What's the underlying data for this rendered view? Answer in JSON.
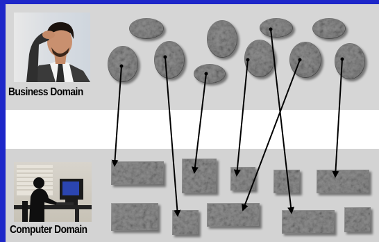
{
  "labels": {
    "business_domain": "Business Domain",
    "computer_domain": "Computer Domain"
  },
  "icons": {
    "business_photo": "businessman-thinking-photo",
    "computer_photo": "person-at-computer-photo"
  },
  "colors": {
    "frame": "#1d27c9",
    "band_light": "#d6d6d6",
    "band_white": "#ffffff",
    "texture_dark": "#555555",
    "texture_light": "#c4c4c4",
    "arrow": "#000000"
  },
  "business_concepts": [
    {
      "id": "c1"
    },
    {
      "id": "c2"
    },
    {
      "id": "c3"
    },
    {
      "id": "c4"
    },
    {
      "id": "c5"
    },
    {
      "id": "c6"
    },
    {
      "id": "c7"
    },
    {
      "id": "c8"
    },
    {
      "id": "c9"
    },
    {
      "id": "c10"
    },
    {
      "id": "c11"
    }
  ],
  "computer_components": [
    {
      "id": "r1"
    },
    {
      "id": "r2"
    },
    {
      "id": "r3"
    },
    {
      "id": "r4"
    },
    {
      "id": "r5"
    },
    {
      "id": "r6"
    },
    {
      "id": "r7"
    },
    {
      "id": "r8"
    },
    {
      "id": "r9"
    },
    {
      "id": "r10"
    }
  ],
  "mappings": [
    {
      "from": "c3",
      "to": "r1"
    },
    {
      "from": "c4",
      "to": "r7"
    },
    {
      "from": "c5",
      "to": "r2"
    },
    {
      "from": "c7",
      "to": "r3"
    },
    {
      "from": "c8",
      "to": "r9"
    },
    {
      "from": "c9",
      "to": "r8"
    },
    {
      "from": "c10",
      "to": "r5"
    }
  ]
}
